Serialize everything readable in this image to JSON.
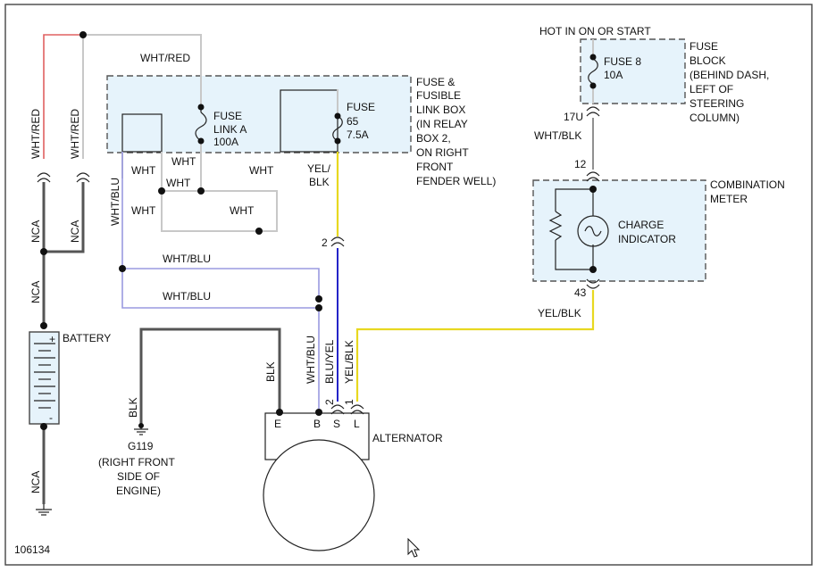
{
  "diagram_id": "106134",
  "components": {
    "fuse_link_box": [
      "FUSE &",
      "FUSIBLE",
      "LINK BOX",
      "(IN RELAY",
      "BOX 2,",
      "ON RIGHT",
      "FRONT",
      "FENDER WELL)"
    ],
    "fuse_link_a": [
      "FUSE",
      "LINK A",
      "100A"
    ],
    "fuse_65": [
      "FUSE",
      "65",
      "7.5A"
    ],
    "hot_in": "HOT IN ON OR START",
    "fuse_8": [
      "FUSE 8",
      "10A"
    ],
    "fuse_block": [
      "FUSE",
      "BLOCK",
      "(BEHIND DASH,",
      "LEFT OF",
      "STEERING",
      "COLUMN)"
    ],
    "combination_meter": [
      "COMBINATION",
      "METER"
    ],
    "charge_indicator": [
      "CHARGE",
      "INDICATOR"
    ],
    "battery": "BATTERY",
    "alternator": "ALTERNATOR",
    "ground": [
      "G119",
      "(RIGHT FRONT",
      "SIDE OF",
      "ENGINE)"
    ]
  },
  "connectors": {
    "c17u": "17U",
    "c12": "12",
    "c43": "43",
    "c2": "2",
    "pin2": "2",
    "pin1": "1"
  },
  "terminals": {
    "e": "E",
    "b": "B",
    "s": "S",
    "l": "L"
  },
  "wires": {
    "wht_red_top": "WHT/RED",
    "wht_red_left1": "WHT/RED",
    "wht_red_left2": "WHT/RED",
    "nca_left1": "NCA",
    "nca_left2": "NCA",
    "nca_mid": "NCA",
    "nca_bottom": "NCA",
    "wht_blu_vert": "WHT/BLU",
    "wht1": "WHT",
    "wht2": "WHT",
    "wht3": "WHT",
    "wht4": "WHT",
    "wht5": "WHT",
    "wht6": "WHT",
    "yel_blk_fuse": [
      "YEL/",
      "BLK"
    ],
    "wht_blu_h1": "WHT/BLU",
    "wht_blu_h2": "WHT/BLU",
    "wht_blk": "WHT/BLK",
    "yel_blk_meter": "YEL/BLK",
    "blk_e": "BLK",
    "blk_ground": "BLK",
    "wht_blu_b": "WHT/BLU",
    "blu_yel": "BLU/YEL",
    "yel_blk_alt": "YEL/BLK"
  },
  "colors": {
    "wht_red": "#e06060",
    "wht": "#c8c8c8",
    "blk": "#555555",
    "wht_blu": "#9a9ae0",
    "blu_yel": "#2424c8",
    "yel_blk": "#e8d820",
    "wht_blk": "#909090",
    "box_fill": "#e6f3fb"
  }
}
